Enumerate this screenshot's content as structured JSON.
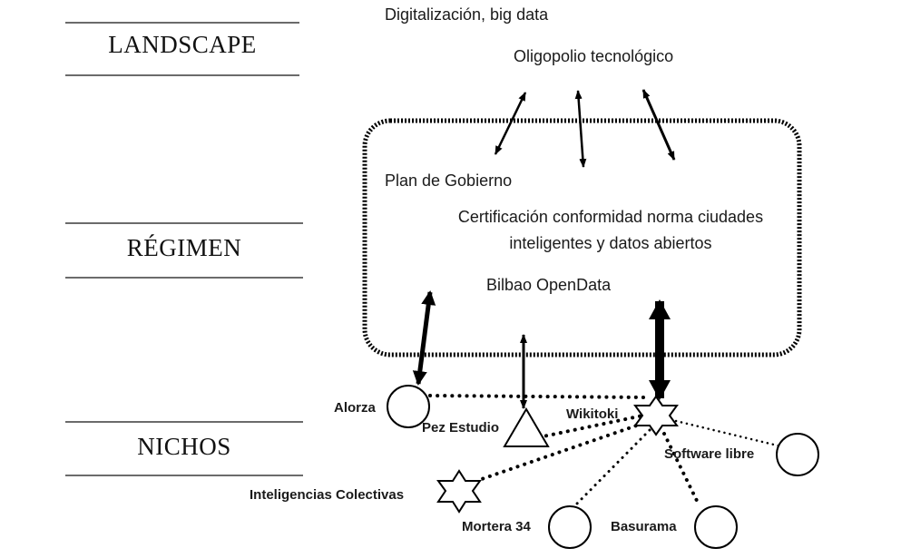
{
  "levels": {
    "landscape": "LANDSCAPE",
    "regimen": "RÉGIMEN",
    "nichos": "NICHOS"
  },
  "landscape_items": {
    "digital": "Digitalización, big data",
    "oligopolio": "Oligopolio tecnológico"
  },
  "regime_items": {
    "plan": "Plan de Gobierno",
    "certificacion_1": "Certificación conformidad norma ciudades",
    "certificacion_2": "inteligentes y datos abiertos",
    "opendata": "Bilbao OpenData"
  },
  "niches": {
    "alorza": "Alorza",
    "pez": "Pez Estudio",
    "wikitoki": "Wikitoki",
    "software": "Software libre",
    "inteligencias": "Inteligencias Colectivas",
    "mortera": "Mortera 34",
    "basurama": "Basurama"
  }
}
